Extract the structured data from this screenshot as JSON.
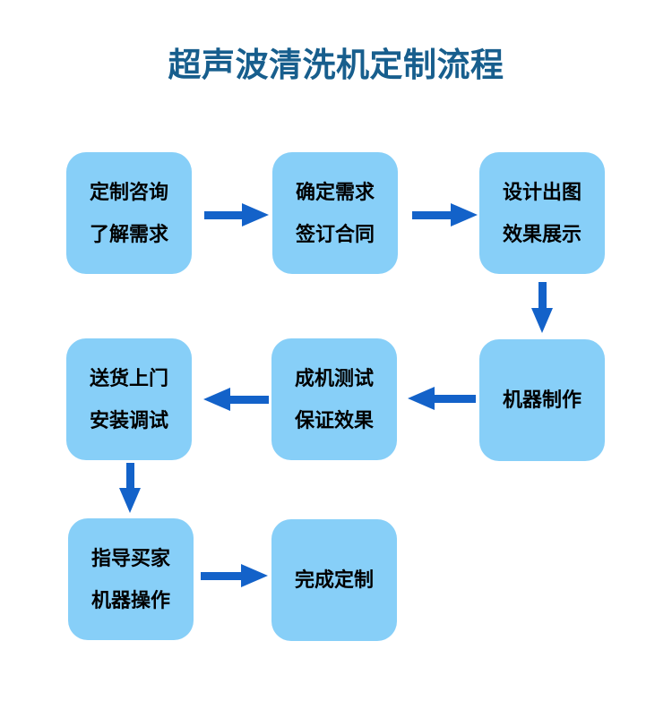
{
  "page": {
    "title": "超声波清洗机定制流程"
  },
  "colors": {
    "background": "#ffffff",
    "title_text": "#175e8d",
    "box_fill": "#87cff8",
    "box_text": "#000000",
    "arrow": "#1362c9"
  },
  "flowchart": {
    "steps": [
      {
        "name": "customization-consult",
        "lines": [
          "定制咨询",
          "了解需求"
        ]
      },
      {
        "name": "confirm-requirements",
        "lines": [
          "确定需求",
          "签订合同"
        ]
      },
      {
        "name": "design-drawings",
        "lines": [
          "设计出图",
          "效果展示"
        ]
      },
      {
        "name": "machine-production",
        "lines": [
          "机器制作"
        ]
      },
      {
        "name": "machine-testing",
        "lines": [
          "成机测试",
          "保证效果"
        ]
      },
      {
        "name": "delivery-install",
        "lines": [
          "送货上门",
          "安装调试"
        ]
      },
      {
        "name": "guide-buyer",
        "lines": [
          "指导买家",
          "机器操作"
        ]
      },
      {
        "name": "complete-customization",
        "lines": [
          "完成定制"
        ]
      }
    ],
    "connections": [
      {
        "from": 0,
        "to": 1,
        "direction": "right"
      },
      {
        "from": 1,
        "to": 2,
        "direction": "right"
      },
      {
        "from": 2,
        "to": 3,
        "direction": "down"
      },
      {
        "from": 3,
        "to": 4,
        "direction": "left"
      },
      {
        "from": 4,
        "to": 5,
        "direction": "left"
      },
      {
        "from": 5,
        "to": 6,
        "direction": "down"
      },
      {
        "from": 6,
        "to": 7,
        "direction": "right"
      }
    ]
  }
}
